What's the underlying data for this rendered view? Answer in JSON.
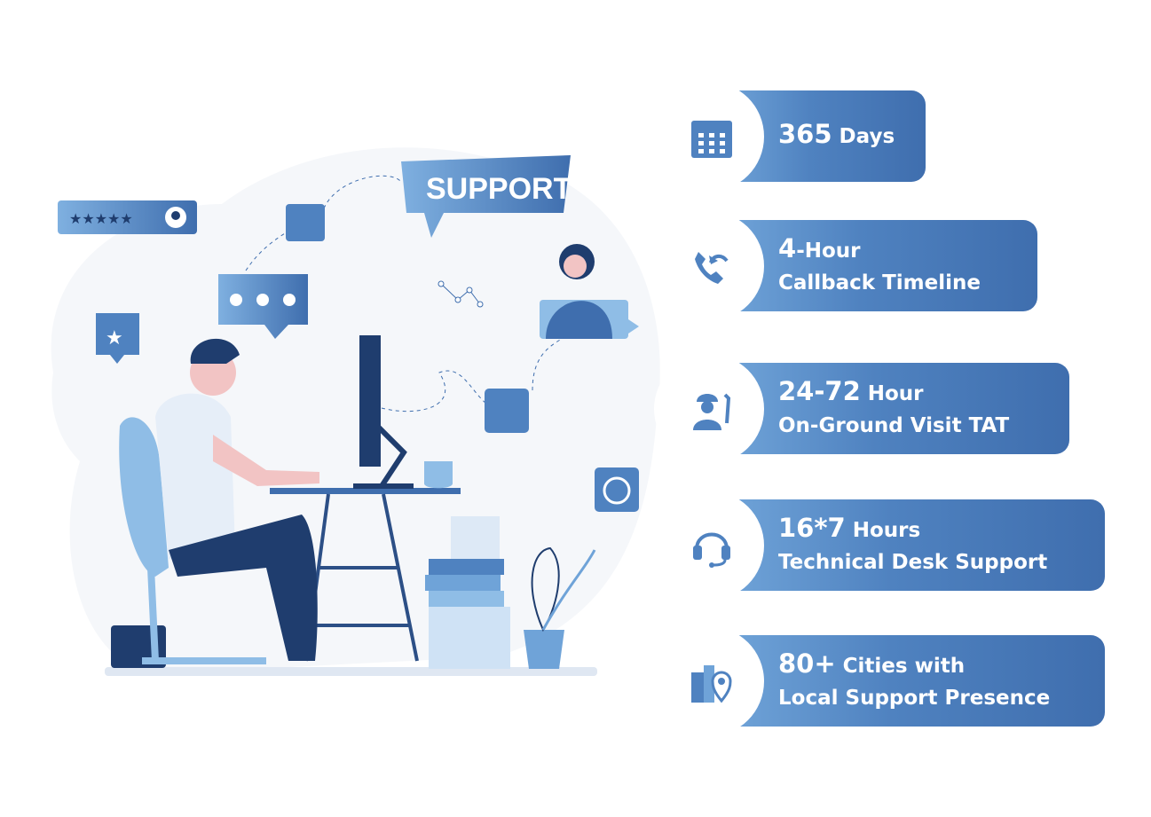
{
  "illustration": {
    "support_label": "SUPPORT",
    "rating_stars": 5
  },
  "colors": {
    "accent_dark": "#3f6eae",
    "accent_light": "#72a6da"
  },
  "cards": [
    {
      "icon": "calendar-icon",
      "big": "365",
      "small": " Days",
      "line2": ""
    },
    {
      "icon": "callback-phone-icon",
      "big": "4",
      "small": "-Hour",
      "line2": "Callback Timeline"
    },
    {
      "icon": "technician-icon",
      "big": "24-72",
      "small": " Hour",
      "line2": "On-Ground Visit TAT"
    },
    {
      "icon": "headset-icon",
      "big": "16*7",
      "small": " Hours",
      "line2": "Technical Desk Support"
    },
    {
      "icon": "city-location-icon",
      "big": "80+",
      "small": " Cities with",
      "line2": "Local Support Presence"
    }
  ]
}
